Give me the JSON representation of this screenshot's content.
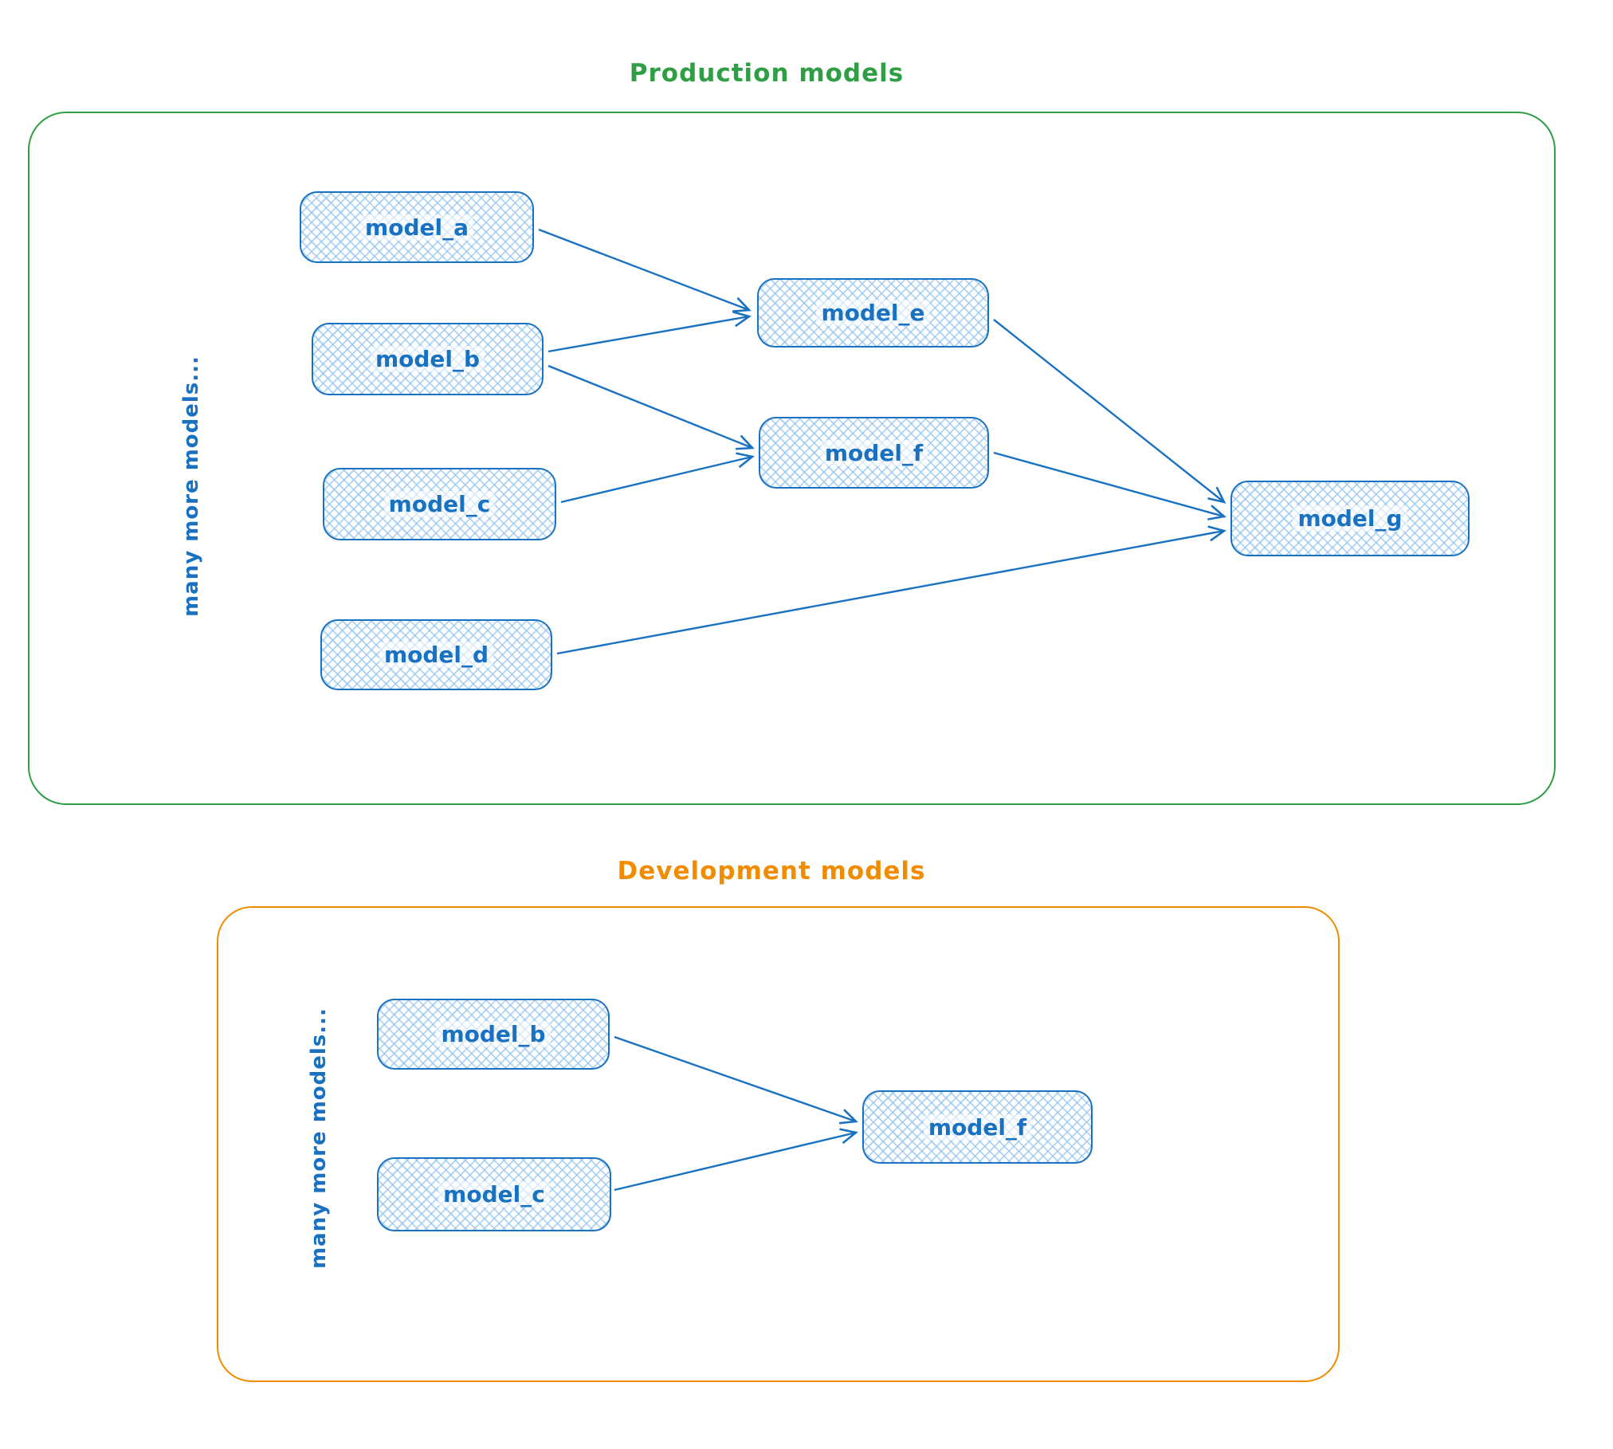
{
  "colors": {
    "node_stroke_blue": "#1971c2",
    "node_hatch_blue": "#a9cdf0",
    "production_green": "#2f9e44",
    "development_orange": "#f08c00"
  },
  "production": {
    "title": "Production models",
    "side_label": "many more models...",
    "nodes": [
      {
        "id": "model_a",
        "label": "model_a"
      },
      {
        "id": "model_b",
        "label": "model_b"
      },
      {
        "id": "model_c",
        "label": "model_c"
      },
      {
        "id": "model_d",
        "label": "model_d"
      },
      {
        "id": "model_e",
        "label": "model_e"
      },
      {
        "id": "model_f",
        "label": "model_f"
      },
      {
        "id": "model_g",
        "label": "model_g"
      }
    ],
    "edges": [
      {
        "from": "model_a",
        "to": "model_e"
      },
      {
        "from": "model_b",
        "to": "model_e"
      },
      {
        "from": "model_b",
        "to": "model_f"
      },
      {
        "from": "model_c",
        "to": "model_f"
      },
      {
        "from": "model_e",
        "to": "model_g"
      },
      {
        "from": "model_f",
        "to": "model_g"
      },
      {
        "from": "model_d",
        "to": "model_g"
      }
    ]
  },
  "development": {
    "title": "Development models",
    "side_label": "many more models...",
    "nodes": [
      {
        "id": "model_b",
        "label": "model_b"
      },
      {
        "id": "model_c",
        "label": "model_c"
      },
      {
        "id": "model_f",
        "label": "model_f"
      }
    ],
    "edges": [
      {
        "from": "model_b",
        "to": "model_f"
      },
      {
        "from": "model_c",
        "to": "model_f"
      }
    ]
  }
}
